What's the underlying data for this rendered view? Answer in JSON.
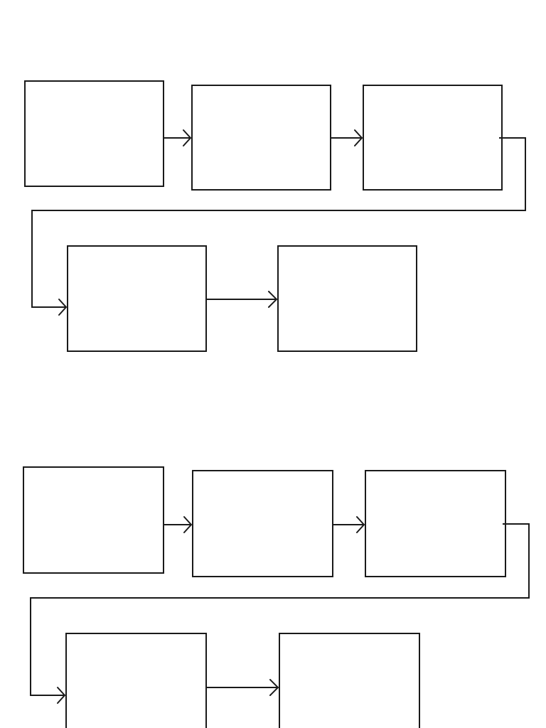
{
  "diagram": {
    "type": "flowchart",
    "background_color": "#ffffff",
    "line_color": "#1a1a1a",
    "flows": [
      {
        "name": "flow-1",
        "boxes": [
          {
            "id": "a",
            "label": ""
          },
          {
            "id": "b",
            "label": ""
          },
          {
            "id": "c",
            "label": ""
          },
          {
            "id": "d",
            "label": ""
          },
          {
            "id": "e",
            "label": ""
          }
        ],
        "arrows": [
          {
            "from": "a",
            "to": "b"
          },
          {
            "from": "b",
            "to": "c"
          },
          {
            "from": "c",
            "to": "d"
          },
          {
            "from": "d",
            "to": "e"
          }
        ]
      },
      {
        "name": "flow-2",
        "boxes": [
          {
            "id": "a",
            "label": ""
          },
          {
            "id": "b",
            "label": ""
          },
          {
            "id": "c",
            "label": ""
          },
          {
            "id": "d",
            "label": ""
          },
          {
            "id": "e",
            "label": ""
          }
        ],
        "arrows": [
          {
            "from": "a",
            "to": "b"
          },
          {
            "from": "b",
            "to": "c"
          },
          {
            "from": "c",
            "to": "d"
          },
          {
            "from": "d",
            "to": "e"
          }
        ]
      }
    ]
  }
}
